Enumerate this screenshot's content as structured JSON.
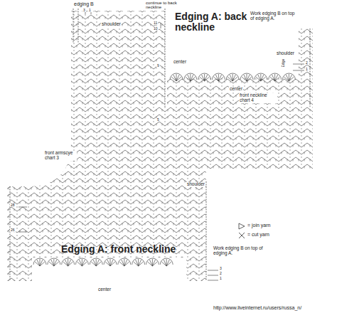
{
  "diagram": {
    "labels": [
      "edging B",
      "3",
      "1",
      "shoulder",
      "continue to back neckline",
      "11",
      "10",
      "Edging A: back neckline",
      "Work edging B on top of edging A.",
      "shoulder",
      "center",
      "2",
      "1",
      "Edge",
      "9",
      "5",
      "center",
      "front neckline chart 4",
      "front armscye chart 3",
      "28",
      "26",
      "shoulder",
      "Edging A: front neckline",
      "Work edging B on top of edging A.",
      "3",
      "2",
      "1",
      "center",
      "http://www.liveinternet.ru/users/russa_n/"
    ],
    "legend": [
      {
        "text": "= join yarn"
      },
      {
        "text": "= cut yarn"
      }
    ]
  }
}
